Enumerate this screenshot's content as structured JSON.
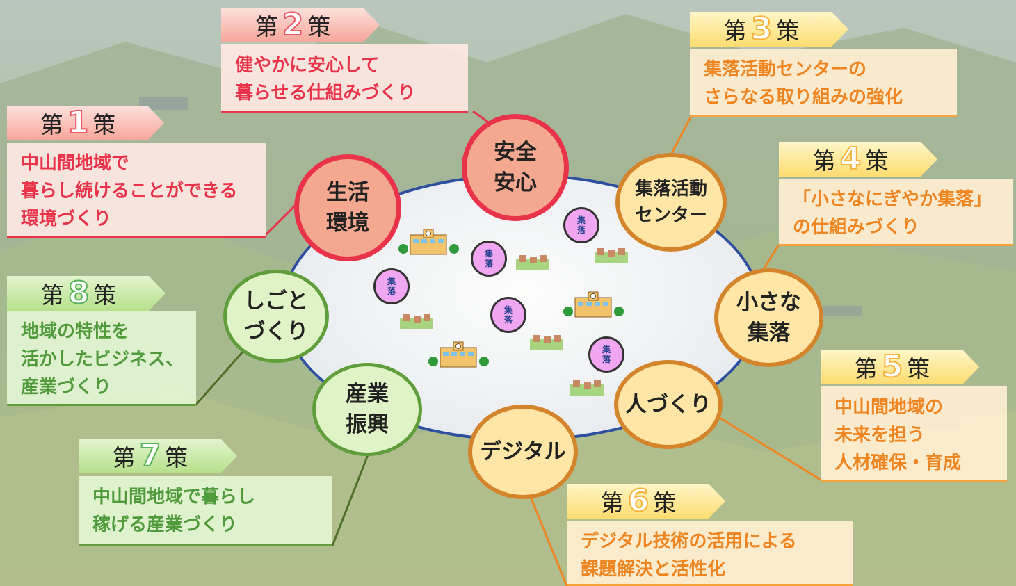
{
  "measures": [
    {
      "id": 1,
      "prefix": "第",
      "num": "1",
      "suffix": "策",
      "lines": [
        "中山間地域で",
        "暮らし続けることができる",
        "環境づくり"
      ]
    },
    {
      "id": 2,
      "prefix": "第",
      "num": "2",
      "suffix": "策",
      "lines": [
        "健やかに安心して",
        "暮らせる仕組みづくり"
      ]
    },
    {
      "id": 3,
      "prefix": "第",
      "num": "3",
      "suffix": "策",
      "lines": [
        "集落活動センターの",
        "さらなる取り組みの強化"
      ]
    },
    {
      "id": 4,
      "prefix": "第",
      "num": "4",
      "suffix": "策",
      "lines": [
        "「小さなにぎやか集落」",
        "の仕組みづくり"
      ]
    },
    {
      "id": 5,
      "prefix": "第",
      "num": "5",
      "suffix": "策",
      "lines": [
        "中山間地域の",
        "未来を担う",
        "人材確保・育成"
      ]
    },
    {
      "id": 6,
      "prefix": "第",
      "num": "6",
      "suffix": "策",
      "lines": [
        "デジタル技術の活用による",
        "課題解決と活性化"
      ]
    },
    {
      "id": 7,
      "prefix": "第",
      "num": "7",
      "suffix": "策",
      "lines": [
        "中山間地域で暮らし",
        "稼げる産業づくり"
      ]
    },
    {
      "id": 8,
      "prefix": "第",
      "num": "8",
      "suffix": "策",
      "lines": [
        "地域の特性を",
        "活かしたビジネス、",
        "産業づくり"
      ]
    }
  ],
  "circles": {
    "seikatsu": [
      "生活",
      "環境"
    ],
    "anzen": [
      "安全",
      "安心"
    ],
    "center": [
      "集落活動",
      "センター"
    ],
    "chiisana": [
      "小さな",
      "集落"
    ],
    "hito": [
      "人づくり"
    ],
    "digital": [
      "デジタル"
    ],
    "sangyo": [
      "産業",
      "振興"
    ],
    "shigoto": [
      "しごと",
      "づくり"
    ]
  },
  "village_label": [
    "集",
    "落"
  ],
  "colors": {
    "red": "#e8334a",
    "orange": "#ee8520",
    "green": "#4f9a3b",
    "ring": "#2d4f9e",
    "village": "#f0a6f0"
  }
}
